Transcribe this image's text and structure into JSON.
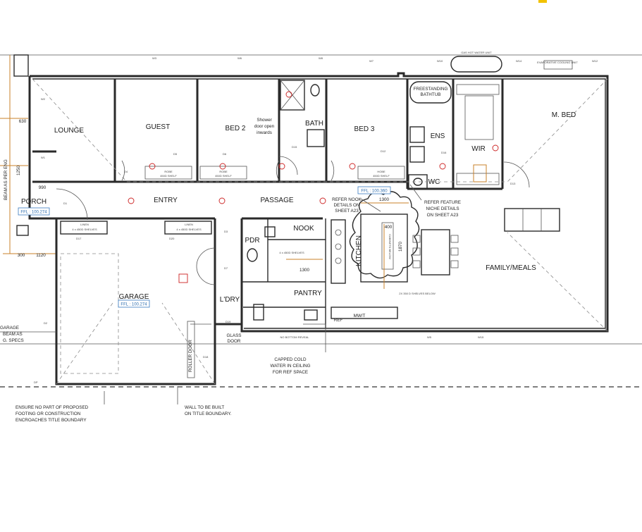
{
  "rooms": {
    "lounge": "LOUNGE",
    "guest": "GUEST",
    "bed2": "BED 2",
    "bath": "BATH",
    "bed3": "BED 3",
    "ens": "ENS",
    "wir": "WIR",
    "mbed": "M. BED",
    "wc": "WC",
    "porch": "PORCH",
    "entry": "ENTRY",
    "passage": "PASSAGE",
    "nook": "NOOK",
    "pdr": "PDR",
    "kitchen": "KITCHEN",
    "family": "FAMILY/MEALS",
    "garage": "GARAGE",
    "pantry": "PANTRY",
    "ldry": "L'DRY"
  },
  "notes": {
    "shower_1": "Shower",
    "shower_2": "door open",
    "shower_3": "inwards",
    "bathtub_1": "FREESTANDING",
    "bathtub_2": "BATHTUB",
    "refer_nook_1": "REFER NOOK",
    "refer_nook_2": "DETAILS ON",
    "refer_nook_3": "SHEET A23",
    "refer_niche_1": "REFER FEATURE",
    "refer_niche_2": "NICHE DETAILS",
    "refer_niche_3": "ON SHEET A23",
    "capped_1": "CAPPED COLD",
    "capped_2": "WATER IN CEILING",
    "capped_3": "FOR REF SPACE",
    "footing_1": "ENSURE NO PART OF PROPOSED",
    "footing_2": "FOOTING OR CONSTRUCTION",
    "footing_3": "ENCROACHES TITLE BOUNDARY",
    "wall_1": "WALL TO BE BUILT",
    "wall_2": "ON TITLE BOUNDARY.",
    "garage_beam_1": "GARAGE",
    "garage_beam_2": "BEAM AS",
    "garage_beam_3": "G. SPECS",
    "beam_vertical": "BEAM AS PER ENG",
    "roller_door": "ROLLER DOOR",
    "glass_door_1": "GLASS",
    "glass_door_2": "DOOR",
    "no_bottom_reveal": "NO BOTTOM REVEAL",
    "linen_a": "LINEN",
    "linen_a_shelves": "4 x 450D SHELVES",
    "linen_b": "LINEN",
    "linen_b_shelves": "4 x 450D SHELVES",
    "robe": "ROBE",
    "robe_shelf": "450D SHELF",
    "hobe": "HOBE",
    "pantry_shelves": "4 x 450D SHELVES",
    "mw": "MW/T",
    "ref": "REF",
    "cooling_unit": "EVAPORATIVE COOLING UNIT",
    "hot_water": "GAS HOT WATER UNIT",
    "cabinets_below": "CABINETS BELOW",
    "shelves_below": "2X 350 D SHELVES BELOW"
  },
  "dims": {
    "d630": "630",
    "d1250": "1250",
    "d990": "990",
    "d300": "300",
    "d1120": "1120",
    "d1300": "1300",
    "d1870": "1870",
    "d400": "400",
    "d1300b": "1300"
  },
  "ffl": {
    "porch": "FFL : 100.274",
    "passage": "FFL : 100.360",
    "garage": "FFL : 100.274"
  },
  "windows": {
    "w1": "W1",
    "w2": "W2",
    "w3": "W3",
    "w5": "W5",
    "w6": "W6",
    "w7": "W7",
    "w8": "W8",
    "w10": "W10",
    "w12": "W12",
    "w14": "W14",
    "w15": "W15",
    "d1": "D1",
    "d2": "D2",
    "d3": "D3",
    "d4": "D4",
    "d5": "D5",
    "d6": "D6",
    "d7": "D7",
    "d12": "D12",
    "d13": "D13",
    "d15": "D15",
    "d16": "D16",
    "d17": "D17",
    "d18": "D18",
    "d19": "D19",
    "d20": "D20",
    "dp": "DP"
  },
  "colors": {
    "wall": "#2a2a2a",
    "ffl_blue": "#3a7cc0",
    "dimension_orange": "#c8822a",
    "marker_red": "#cc2222",
    "corner_yellow": "#f2c200"
  }
}
